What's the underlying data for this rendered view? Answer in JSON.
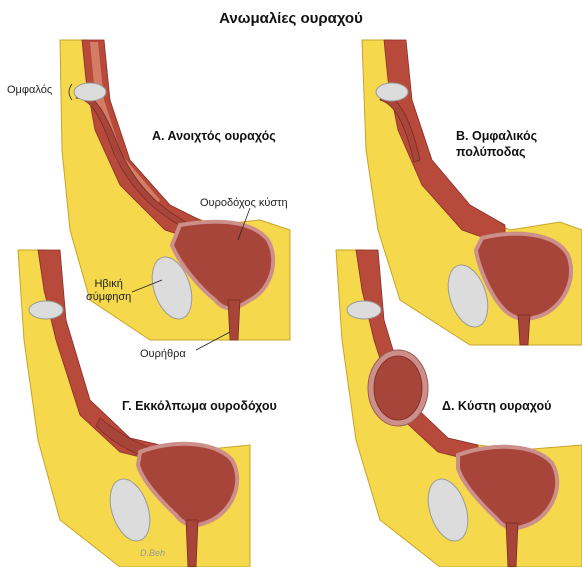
{
  "figure": {
    "title": "Ανωμαλίες ουραχού",
    "panels": [
      {
        "title": "Α. Ανοιχτός ουραχός"
      },
      {
        "title_line1": "Β. Ομφαλικός",
        "title_line2": "πολύποδας"
      },
      {
        "title": "Γ. Εκκόλπωμα ουροδόχου"
      },
      {
        "title": "Δ. Κύστη ουραχού"
      }
    ],
    "labels": {
      "umbilicus": "Ομφαλός",
      "bladder": "Ουροδόχος κύστη",
      "pubic_line1": "Ηβική",
      "pubic_line2": "σύμφηση",
      "urethra": "Ουρήθρα"
    },
    "signature": "D.Beh"
  },
  "colors": {
    "fat": "#f5d84c",
    "fat_outline": "#c9a32a",
    "muscle": "#b84a3c",
    "muscle_light": "#d98870",
    "bladder": "#a8453a",
    "bladder_rim": "#cc8f8a",
    "bone": "#dcdcdc",
    "bone_outline": "#9a9a9a"
  }
}
